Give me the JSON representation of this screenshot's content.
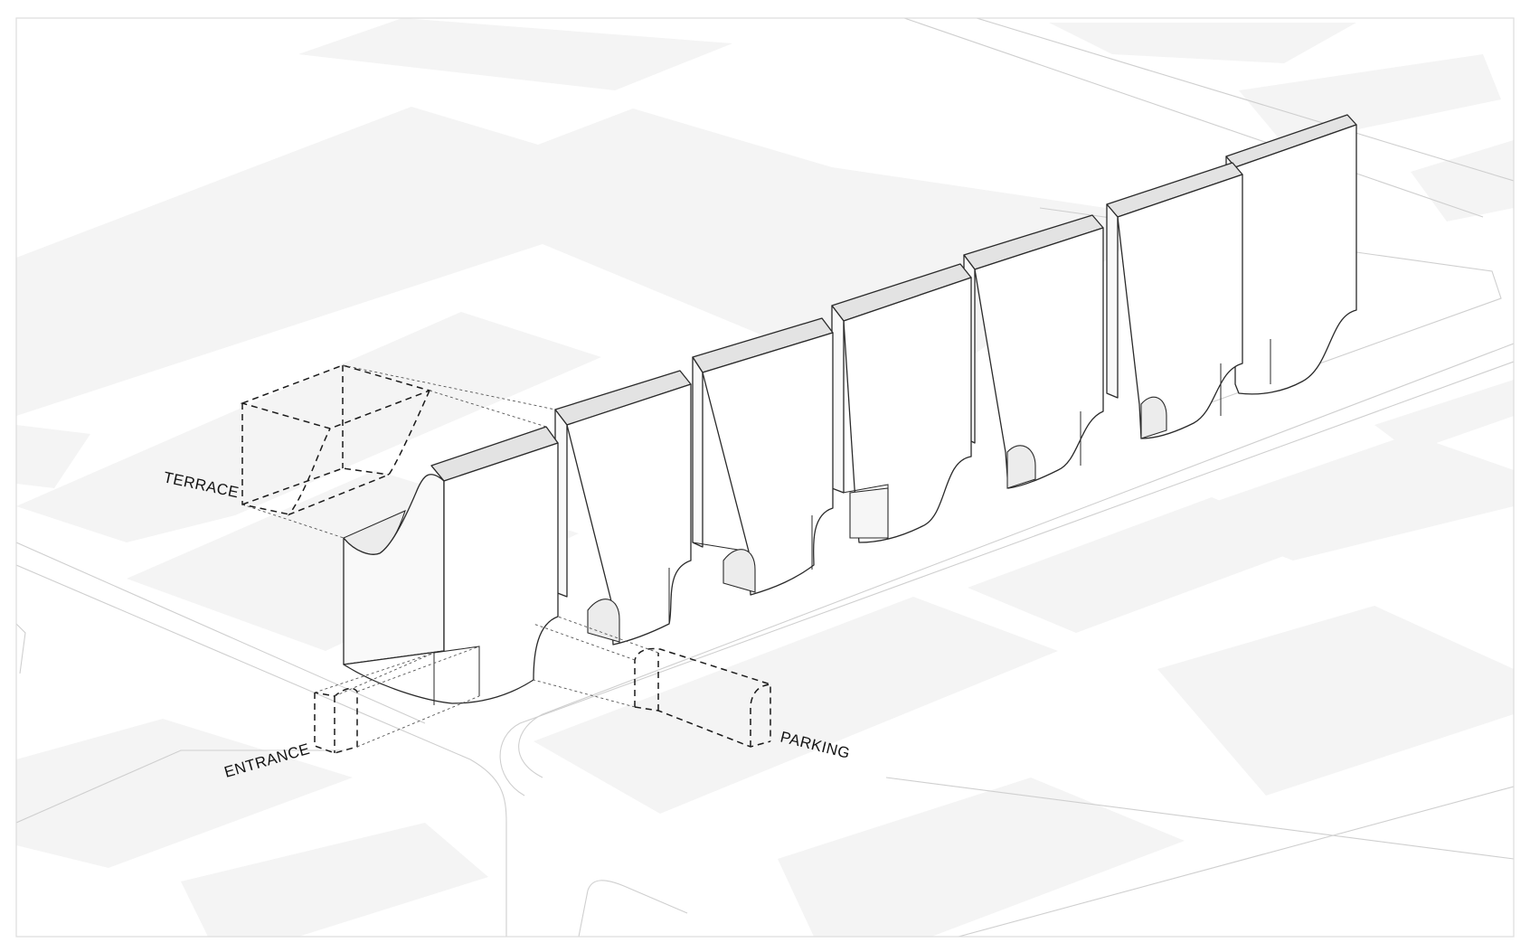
{
  "labels": {
    "terrace": "TERRACE",
    "entrance": "ENTRANCE",
    "parking": "PARKING"
  },
  "colors": {
    "background": "#ffffff",
    "ground_block": "#f4f4f4",
    "road_line": "#cfcfcf",
    "building_top": "#e3e3e3",
    "outline": "#2a2a2a"
  },
  "building_count": 7
}
